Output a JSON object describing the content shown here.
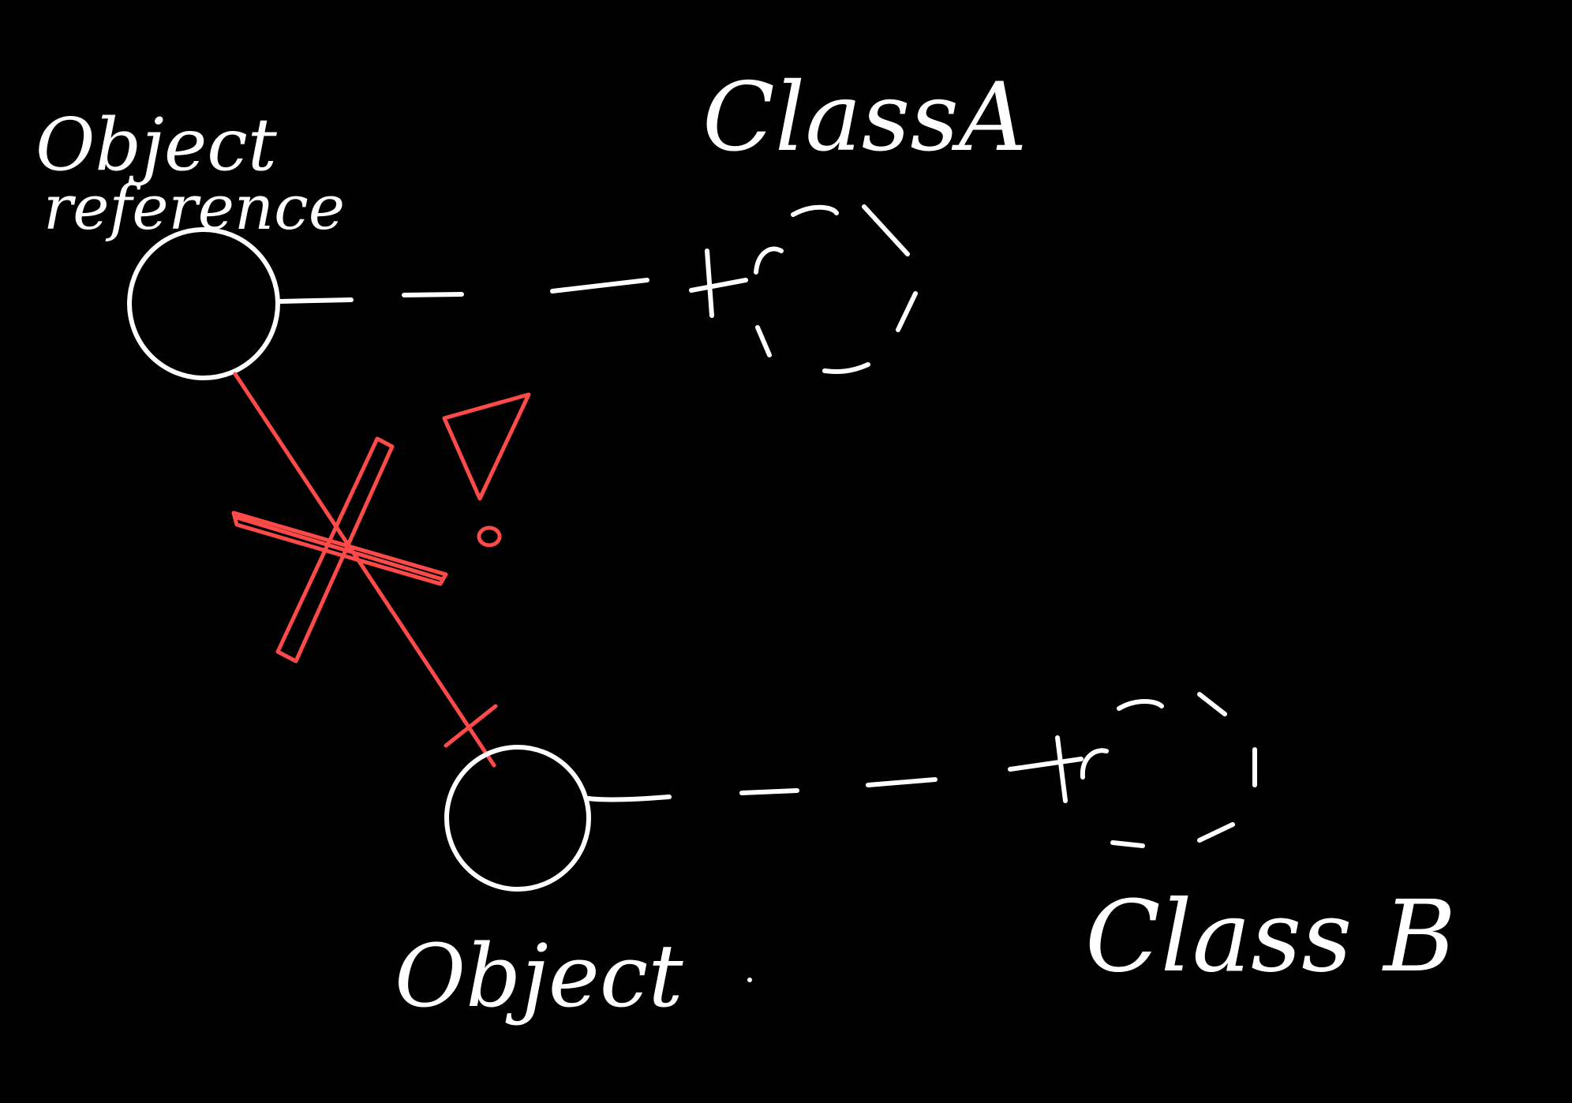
{
  "labels": {
    "object_reference": [
      "Object",
      "reference"
    ],
    "class_a": "ClassA",
    "object": "Object",
    "class_b": "Class B"
  },
  "colors": {
    "background": "#000000",
    "ink": "#ffffff",
    "warning": "#ff4a4a"
  },
  "icons": {
    "broken_link": "x-mark-icon",
    "warning": "exclamation-triangle-icon"
  }
}
